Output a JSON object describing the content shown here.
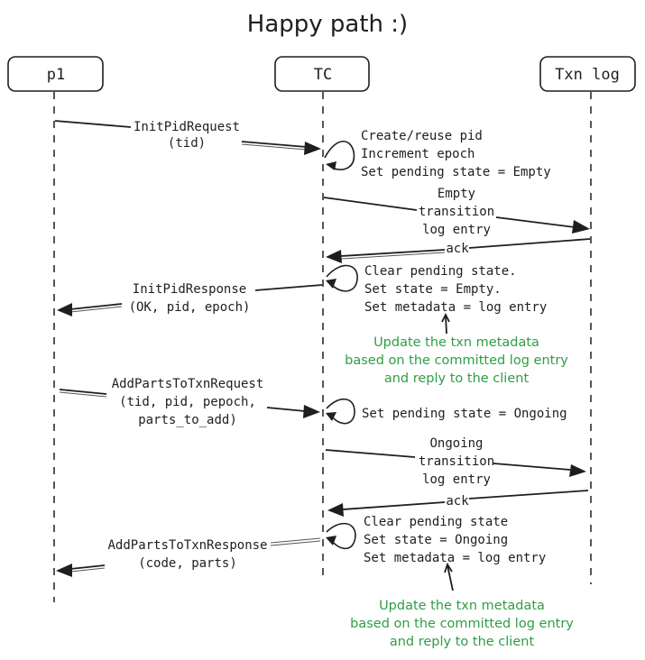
{
  "title": "Happy path :)",
  "actors": [
    {
      "id": "p1",
      "label": "p1"
    },
    {
      "id": "tc",
      "label": "TC"
    },
    {
      "id": "txnlog",
      "label": "Txn log"
    }
  ],
  "messages": [
    {
      "from": "p1",
      "to": "tc",
      "lines": [
        "InitPidRequest",
        "(tid)"
      ]
    },
    {
      "self": "tc",
      "lines": [
        "Create/reuse pid",
        "Increment epoch",
        "Set pending state = Empty"
      ]
    },
    {
      "from": "tc",
      "to": "txnlog",
      "lines": [
        "Empty",
        "transition",
        "log entry"
      ]
    },
    {
      "from": "txnlog",
      "to": "tc",
      "lines": [
        "ack"
      ]
    },
    {
      "self": "tc",
      "lines": [
        "Clear pending state.",
        "Set state = Empty.",
        "Set metadata = log entry"
      ]
    },
    {
      "from": "tc",
      "to": "p1",
      "lines": [
        "InitPidResponse",
        "(OK, pid, epoch)"
      ]
    },
    {
      "from": "p1",
      "to": "tc",
      "lines": [
        "AddPartsToTxnRequest",
        "(tid, pid, pepoch,",
        "parts_to_add)"
      ]
    },
    {
      "self": "tc",
      "lines": [
        "Set pending state = Ongoing"
      ]
    },
    {
      "from": "tc",
      "to": "txnlog",
      "lines": [
        "Ongoing",
        "transition",
        "log entry"
      ]
    },
    {
      "from": "txnlog",
      "to": "tc",
      "lines": [
        "ack"
      ]
    },
    {
      "self": "tc",
      "lines": [
        "Clear pending state",
        "Set state = Ongoing",
        "Set metadata = log entry"
      ]
    },
    {
      "from": "tc",
      "to": "p1",
      "lines": [
        "AddPartsToTxnResponse",
        "(code, parts)"
      ]
    }
  ],
  "notes": [
    {
      "lines": [
        "Update the txn metadata",
        "based on the committed log entry",
        "and reply to the client"
      ],
      "color": "#2f9e44"
    },
    {
      "lines": [
        "Update the txn metadata",
        "based on the committed log entry",
        "and reply to the client"
      ],
      "color": "#2f9e44"
    }
  ]
}
